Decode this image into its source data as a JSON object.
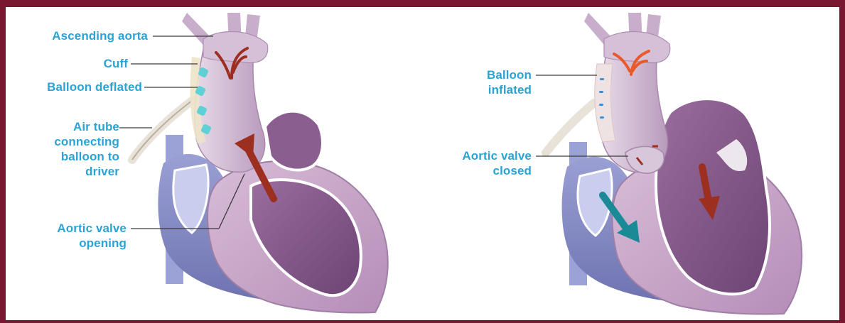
{
  "colors": {
    "frame": "#7a1730",
    "label": "#2aa3d6",
    "leader": "#3a3a3a",
    "heart_wall": "#c7a2c6",
    "heart_wall_dark": "#9a6fa2",
    "chamber_left": "#7f5684",
    "chamber_right": "#8c93c7",
    "aorta": "#cdb3cf",
    "arrow_red": "#9c2f1f",
    "arrow_orange": "#e85a2a",
    "arrow_teal": "#1a8a96",
    "balloon_deflated": "#5fd0d6",
    "balloon_inflated": "#3b8fd6"
  },
  "left_diagram": {
    "labels": {
      "ascending_aorta": "Ascending aorta",
      "cuff": "Cuff",
      "balloon_deflated": "Balloon deflated",
      "air_tube_1": "Air tube",
      "air_tube_2": "connecting",
      "air_tube_3": "balloon to",
      "air_tube_4": "driver",
      "aortic_valve_1": "Aortic valve",
      "aortic_valve_2": "opening"
    }
  },
  "right_diagram": {
    "labels": {
      "balloon_inflated_1": "Balloon",
      "balloon_inflated_2": "inflated",
      "aortic_valve_1": "Aortic valve",
      "aortic_valve_2": "closed"
    }
  }
}
